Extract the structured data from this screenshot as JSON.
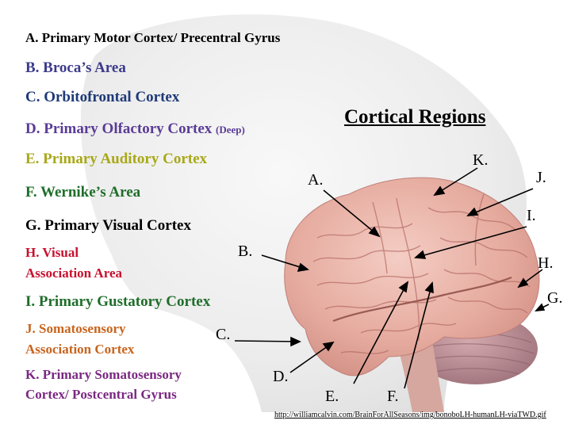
{
  "title": "Cortical Regions",
  "colors": {
    "black": "#000000",
    "blue": "#3c3c8c",
    "olive": "#8a8a14",
    "green": "#1f6e2a",
    "red": "#c8102e",
    "orange": "#c8641e",
    "purple": "#7a2882",
    "violet": "#5a3c96",
    "brain_pink": "#e8b2a8",
    "cerebellum": "#b68890"
  },
  "legend": [
    {
      "key": "A",
      "text": "A.  Primary Motor Cortex/ Precentral Gyrus"
    },
    {
      "key": "B",
      "text": "B.  Broca’s Area"
    },
    {
      "key": "C",
      "text": "C.  Orbitofrontal Cortex"
    },
    {
      "key": "D",
      "text": "D.  Primary Olfactory Cortex",
      "suffix": "(Deep)"
    },
    {
      "key": "E",
      "text": "E.  Primary Auditory Cortex"
    },
    {
      "key": "F",
      "text": "F.  Wernike’s Area"
    },
    {
      "key": "G",
      "text": "G.  Primary Visual Cortex"
    },
    {
      "key": "H",
      "line1": "H.  Visual",
      "line2": "Association Area"
    },
    {
      "key": "I",
      "text": "I.  Primary Gustatory Cortex"
    },
    {
      "key": "J",
      "line1": "J.  Somatosensory",
      "line2": "Association Cortex"
    },
    {
      "key": "K",
      "line1": "K.  Primary Somatosensory",
      "line2": "Cortex/ Postcentral Gyrus"
    }
  ],
  "markers": {
    "A": "A.",
    "B": "B.",
    "C": "C.",
    "D": "D.",
    "E": "E.",
    "F": "F.",
    "G": "G.",
    "H": "H.",
    "I": "I.",
    "J": "J.",
    "K": "K."
  },
  "source_url": "http://williamcalvin.com/BrainForAllSeasons/img/bonoboLH-humanLH-viaTWD.gif"
}
